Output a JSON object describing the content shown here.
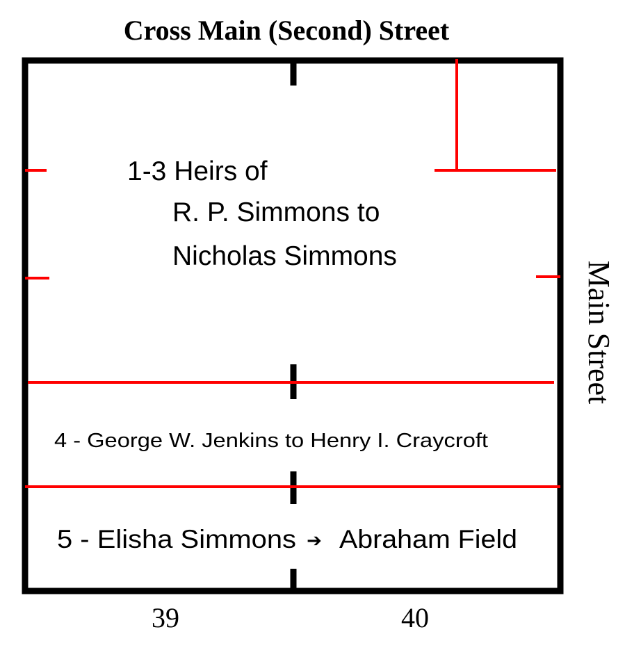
{
  "streets": {
    "top": "Cross Main (Second) Street",
    "right": "Main Street"
  },
  "lots": {
    "lot_1_3_line1": "1-3 Heirs of",
    "lot_1_3_line2": "R. P. Simmons to",
    "lot_1_3_line3": "Nicholas Simmons",
    "lot_4": "4 - George W. Jenkins to Henry I. Craycroft",
    "lot_5_from": "5 -  Elisha Simmons",
    "lot_5_arrow": "➔",
    "lot_5_to": "Abraham Field"
  },
  "block_numbers": {
    "left": "39",
    "right": "40"
  },
  "colors": {
    "boundary": "#000000",
    "lot_line": "#ff0000",
    "background": "#ffffff"
  }
}
